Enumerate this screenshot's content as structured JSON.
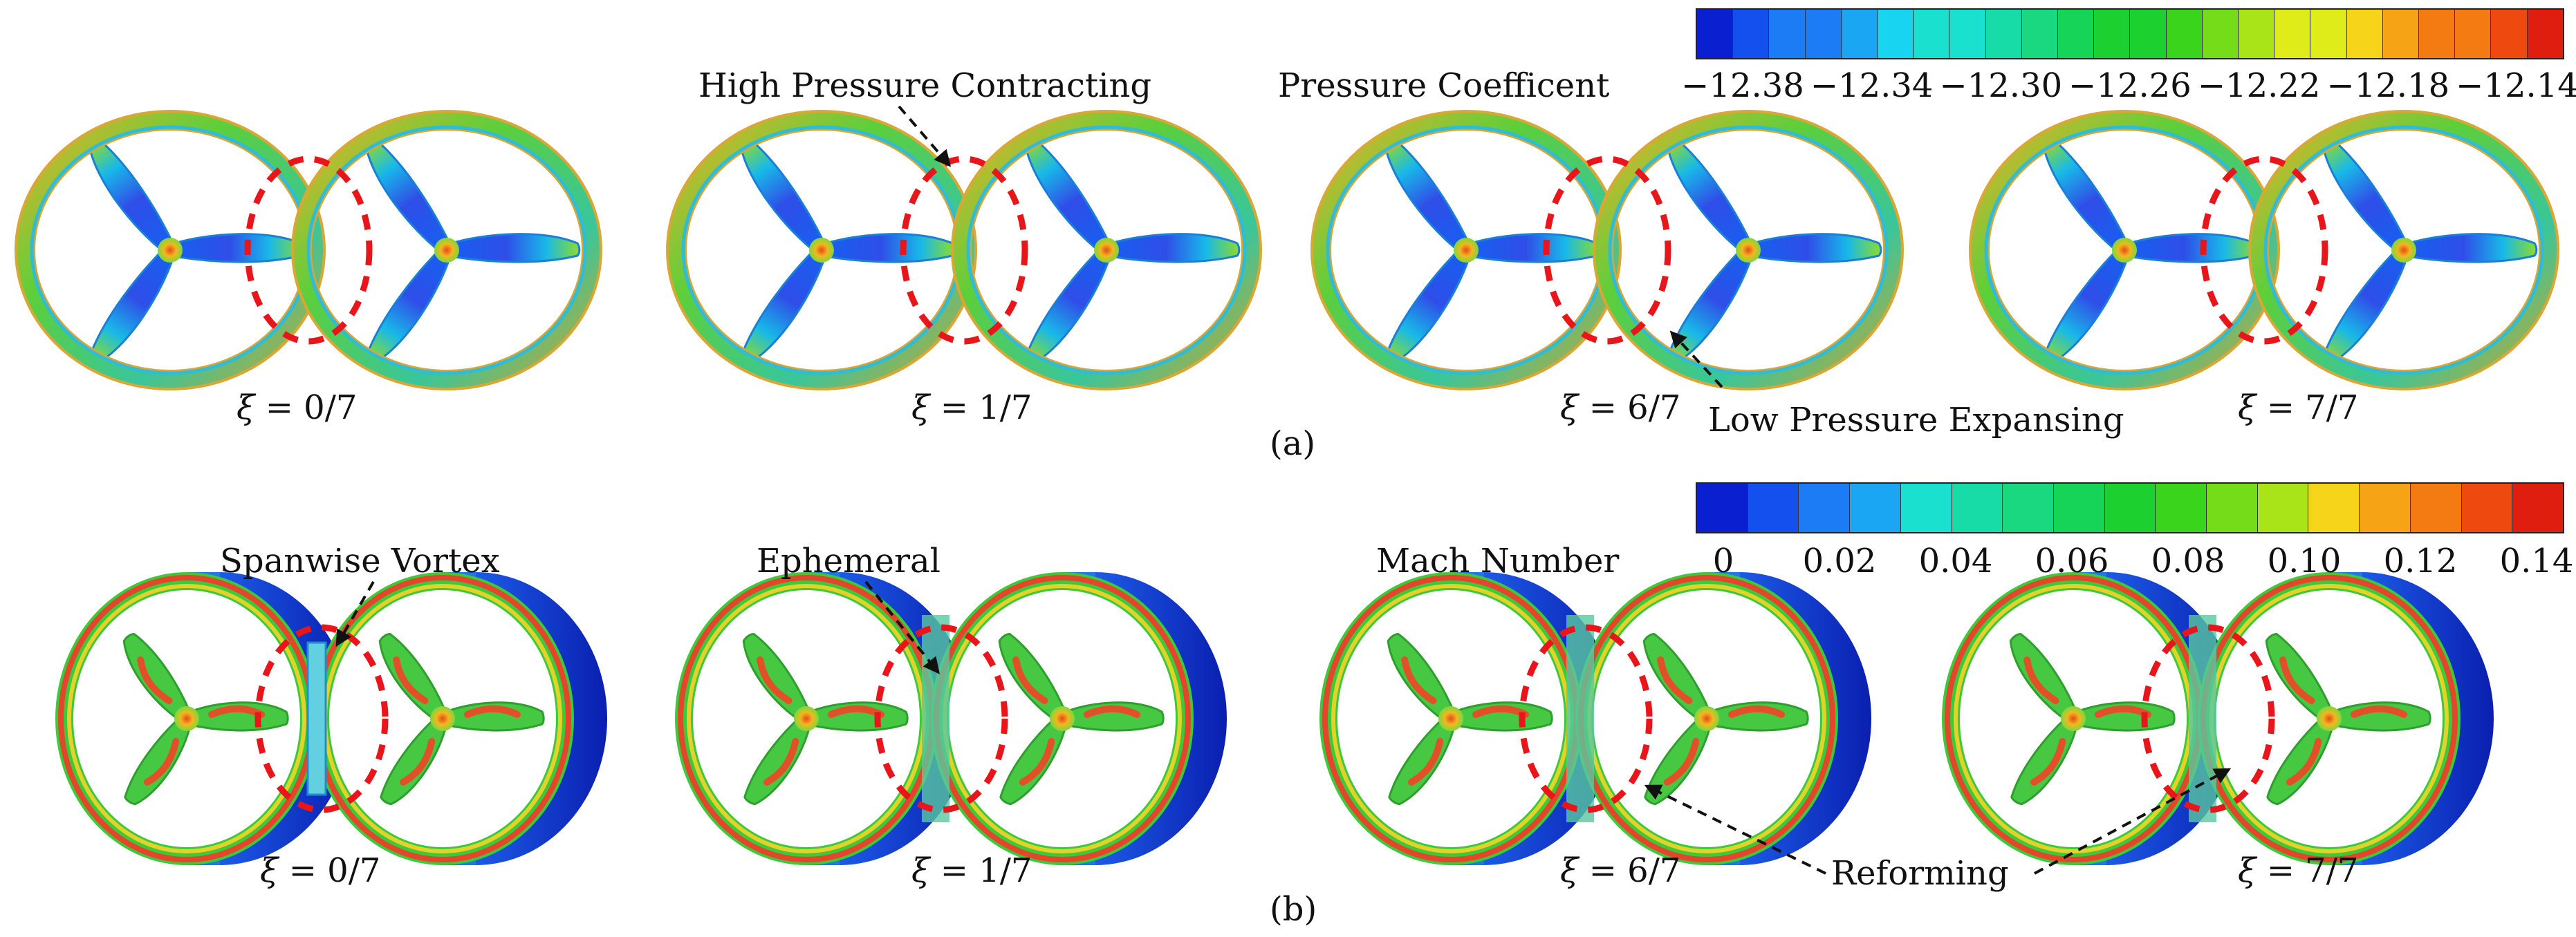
{
  "panel_a": {
    "caption": "(a)",
    "colorbar_title": "Pressure Coefficent",
    "colorbar_ticks": [
      "−12.38",
      "−12.34",
      "−12.30",
      "−12.26",
      "−12.22",
      "−12.18",
      "−12.14"
    ],
    "annotations": {
      "contracting": "High Pressure Contracting",
      "expansing": "Low Pressure Expansing"
    },
    "frames": [
      {
        "label_prefix": "ξ",
        "label_value": "= 0/7"
      },
      {
        "label_prefix": "ξ",
        "label_value": "= 1/7"
      },
      {
        "label_prefix": "ξ",
        "label_value": "= 6/7"
      },
      {
        "label_prefix": "ξ",
        "label_value": "= 7/7"
      }
    ]
  },
  "panel_b": {
    "caption": "(b)",
    "colorbar_title": "Mach Number",
    "colorbar_ticks": [
      "0",
      "0.02",
      "0.04",
      "0.06",
      "0.08",
      "0.10",
      "0.12",
      "0.14"
    ],
    "annotations": {
      "spanwise": "Spanwise Vortex",
      "ephemeral": "Ephemeral",
      "reforming": "Reforming"
    },
    "frames": [
      {
        "label_prefix": "ξ",
        "label_value": "= 0/7"
      },
      {
        "label_prefix": "ξ",
        "label_value": "= 1/7"
      },
      {
        "label_prefix": "ξ",
        "label_value": "= 6/7"
      },
      {
        "label_prefix": "ξ",
        "label_value": "= 7/7"
      }
    ]
  },
  "colors": {
    "colormap": [
      "#0a1fd0",
      "#1450ee",
      "#1c7cf5",
      "#1aa6f3",
      "#18d4f0",
      "#1ae0d0",
      "#18dca8",
      "#1ad880",
      "#16d458",
      "#1cd030",
      "#3ad41c",
      "#74dc18",
      "#a8e418",
      "#e0ec1a",
      "#f6d41a",
      "#f6a416",
      "#f47a12",
      "#ee4a10",
      "#e01e10"
    ],
    "ring": "#6fd03a",
    "dashed_circle": "#e8151b",
    "arrow": "#111111"
  }
}
